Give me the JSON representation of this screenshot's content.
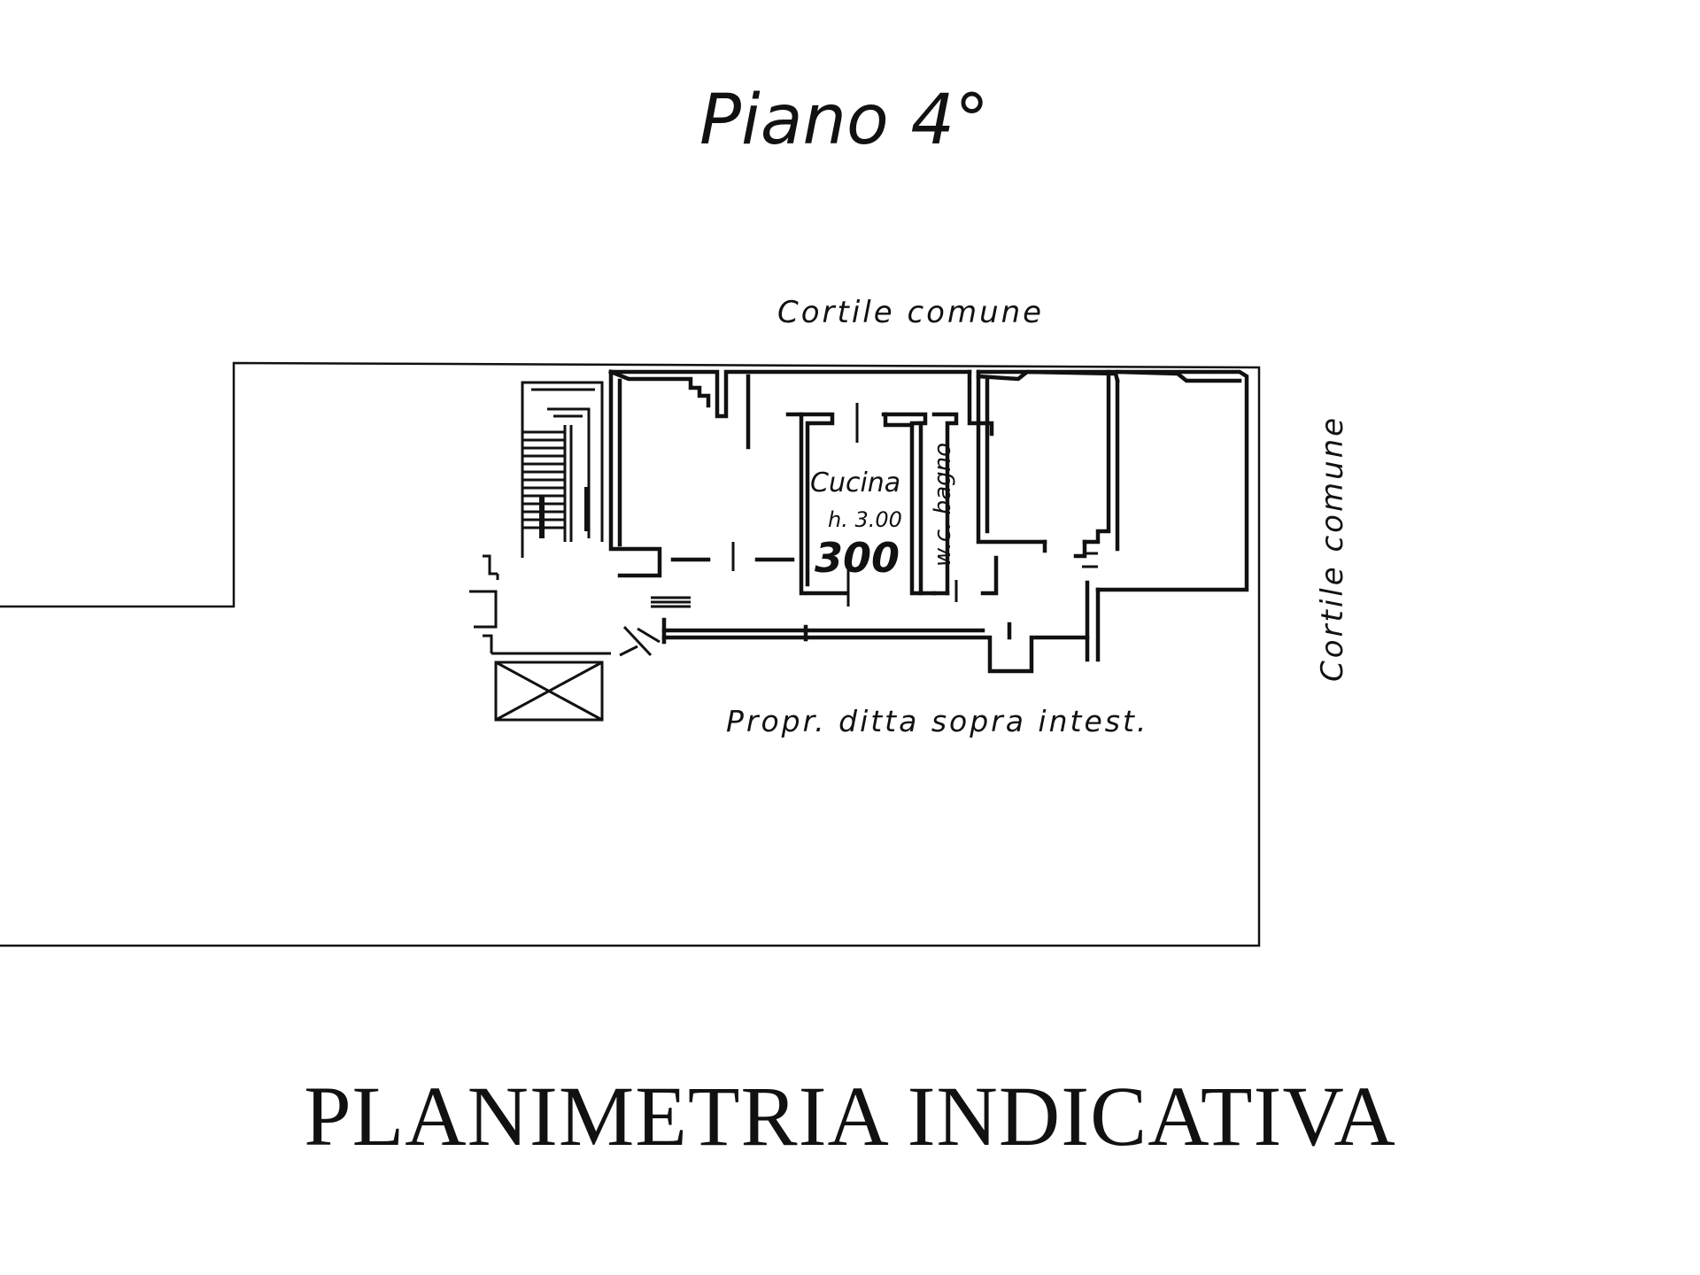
{
  "title": "Piano 4°",
  "labels": {
    "top_courtyard": "Cortile comune",
    "right_courtyard": "Cortile comune",
    "kitchen": "Cucina",
    "height": "h. 3.00",
    "kitchen_number": "300",
    "bathroom": "w.c. bagno",
    "below": "Propr. ditta sopra intest."
  },
  "caption": "PLANIMETRIA INDICATIVA",
  "colors": {
    "ink": "#111111",
    "background": "#ffffff"
  }
}
